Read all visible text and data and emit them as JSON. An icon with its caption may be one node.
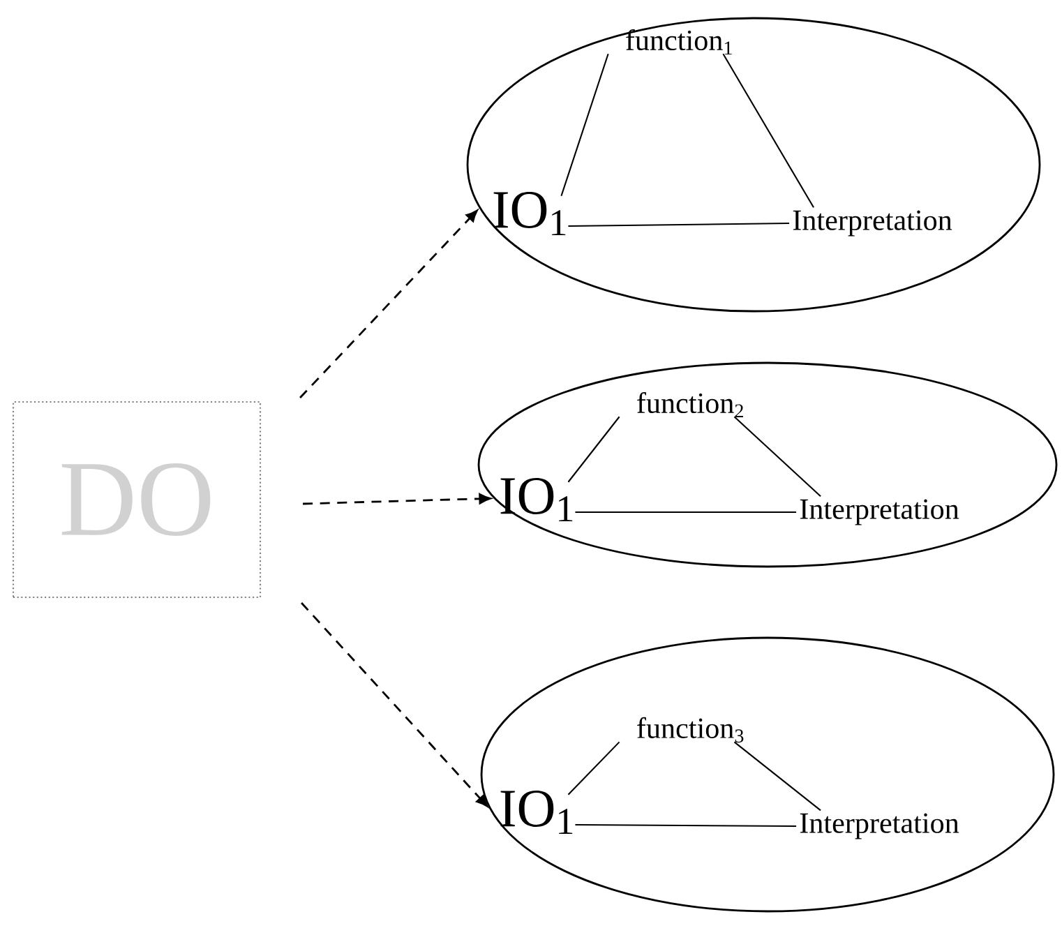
{
  "diagram": {
    "nodes": [
      {
        "text": [
          "DO"
        ]
      },
      {
        "text": [],
        "shape": "ellipse"
      },
      {
        "text": [
          "function$_{1}$"
        ],
        "in": 1
      },
      {
        "text": [
          "IO$_{1}$"
        ],
        "in": 1
      },
      {
        "text": [
          "Interpretation"
        ],
        "in": 1
      },
      {
        "text": [],
        "shape": "ellipse"
      },
      {
        "text": [
          "function$_{2}$"
        ],
        "in": 5
      },
      {
        "text": [
          "IO$_{1}$"
        ],
        "in": 5
      },
      {
        "text": [
          "Interpretation"
        ],
        "in": 5
      },
      {
        "text": [],
        "shape": "ellipse"
      },
      {
        "text": [
          "function$_{3}$"
        ],
        "in": 9
      },
      {
        "text": [
          "IO$_{1}$"
        ],
        "in": 9
      },
      {
        "text": [
          "Interpretation"
        ],
        "in": 9
      }
    ],
    "edges": [
      {
        "from": 0,
        "to": 1,
        "arrow": "to",
        "style": "dashed"
      },
      {
        "from": 0,
        "to": 5,
        "arrow": "to",
        "style": "dashed"
      },
      {
        "from": 0,
        "to": 9,
        "arrow": "to",
        "style": "dashed"
      },
      {
        "from": 3,
        "to": 2,
        "arrow": "none"
      },
      {
        "from": 2,
        "to": 4,
        "arrow": "none"
      },
      {
        "from": 3,
        "to": 4,
        "arrow": "none"
      },
      {
        "from": 7,
        "to": 6,
        "arrow": "none"
      },
      {
        "from": 6,
        "to": 8,
        "arrow": "none"
      },
      {
        "from": 7,
        "to": 8,
        "arrow": "none"
      },
      {
        "from": 11,
        "to": 10,
        "arrow": "none"
      },
      {
        "from": 10,
        "to": 12,
        "arrow": "none"
      },
      {
        "from": 11,
        "to": 12,
        "arrow": "none"
      }
    ]
  }
}
